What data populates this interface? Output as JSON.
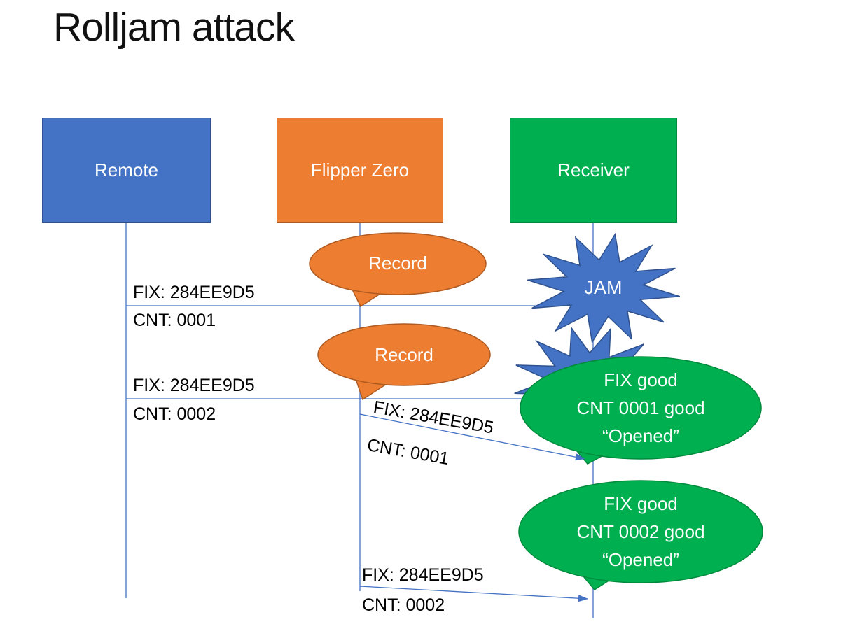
{
  "title": "Rolljam attack",
  "actors": [
    {
      "label": "Remote",
      "color": "#4472C4"
    },
    {
      "label": "Flipper Zero",
      "color": "#ED7D31"
    },
    {
      "label": "Receiver",
      "color": "#00B050"
    }
  ],
  "connector_color": "#4472C4",
  "messages": [
    {
      "line1": "FIX: 284EE9D5",
      "line2": "CNT: 0001"
    },
    {
      "line1": "FIX: 284EE9D5",
      "line2": "CNT: 0002"
    },
    {
      "line1": "FIX: 284EE9D5",
      "line2": "CNT: 0001"
    },
    {
      "line1": "FIX: 284EE9D5",
      "line2": "CNT: 0002"
    }
  ],
  "callouts": {
    "record1": "Record",
    "record2": "Record",
    "jam": "JAM",
    "result1": [
      "FIX good",
      "CNT 0001 good",
      "“Opened”"
    ],
    "result2": [
      "FIX good",
      "CNT 0002 good",
      "“Opened”"
    ]
  }
}
